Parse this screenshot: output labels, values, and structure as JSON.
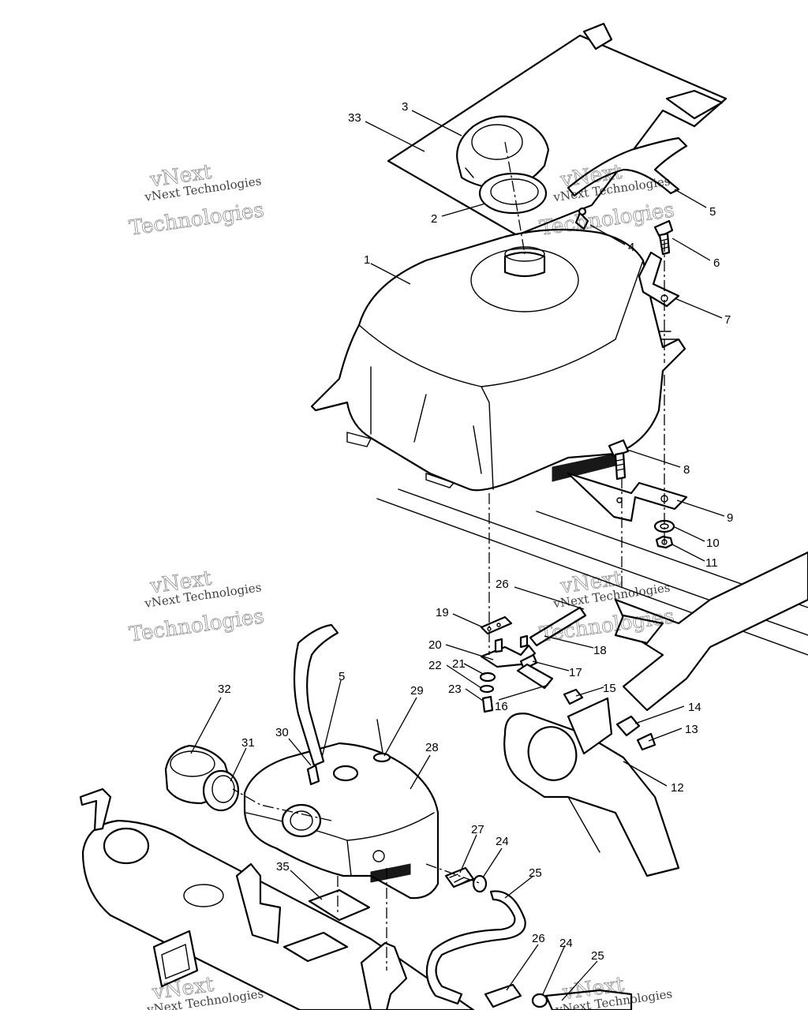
{
  "diagram": {
    "callouts": [
      {
        "id": "c33",
        "text": "33"
      },
      {
        "id": "c3",
        "text": "3"
      },
      {
        "id": "c2",
        "text": "2"
      },
      {
        "id": "c1",
        "text": "1"
      },
      {
        "id": "c5a",
        "text": "5"
      },
      {
        "id": "c4",
        "text": "4"
      },
      {
        "id": "c6",
        "text": "6"
      },
      {
        "id": "c7",
        "text": "7"
      },
      {
        "id": "c8",
        "text": "8"
      },
      {
        "id": "c9",
        "text": "9"
      },
      {
        "id": "c10",
        "text": "10"
      },
      {
        "id": "c11",
        "text": "11"
      },
      {
        "id": "c26a",
        "text": "26"
      },
      {
        "id": "c19",
        "text": "19"
      },
      {
        "id": "c18",
        "text": "18"
      },
      {
        "id": "c20",
        "text": "20"
      },
      {
        "id": "c21",
        "text": "21"
      },
      {
        "id": "c17",
        "text": "17"
      },
      {
        "id": "c22",
        "text": "22"
      },
      {
        "id": "c15",
        "text": "15"
      },
      {
        "id": "c23",
        "text": "23"
      },
      {
        "id": "c16",
        "text": "16"
      },
      {
        "id": "c14",
        "text": "14"
      },
      {
        "id": "c13",
        "text": "13"
      },
      {
        "id": "c12",
        "text": "12"
      },
      {
        "id": "c32",
        "text": "32"
      },
      {
        "id": "c5b",
        "text": "5"
      },
      {
        "id": "c29",
        "text": "29"
      },
      {
        "id": "c30",
        "text": "30"
      },
      {
        "id": "c31",
        "text": "31"
      },
      {
        "id": "c28",
        "text": "28"
      },
      {
        "id": "c27",
        "text": "27"
      },
      {
        "id": "c24a",
        "text": "24"
      },
      {
        "id": "c25a",
        "text": "25"
      },
      {
        "id": "c35",
        "text": "35"
      },
      {
        "id": "c26b",
        "text": "26"
      },
      {
        "id": "c24b",
        "text": "24"
      },
      {
        "id": "c25b",
        "text": "25"
      }
    ],
    "watermark": {
      "small_text": "vNext Technologies",
      "top_word": "vNext",
      "bottom_word": "Technologies"
    }
  }
}
